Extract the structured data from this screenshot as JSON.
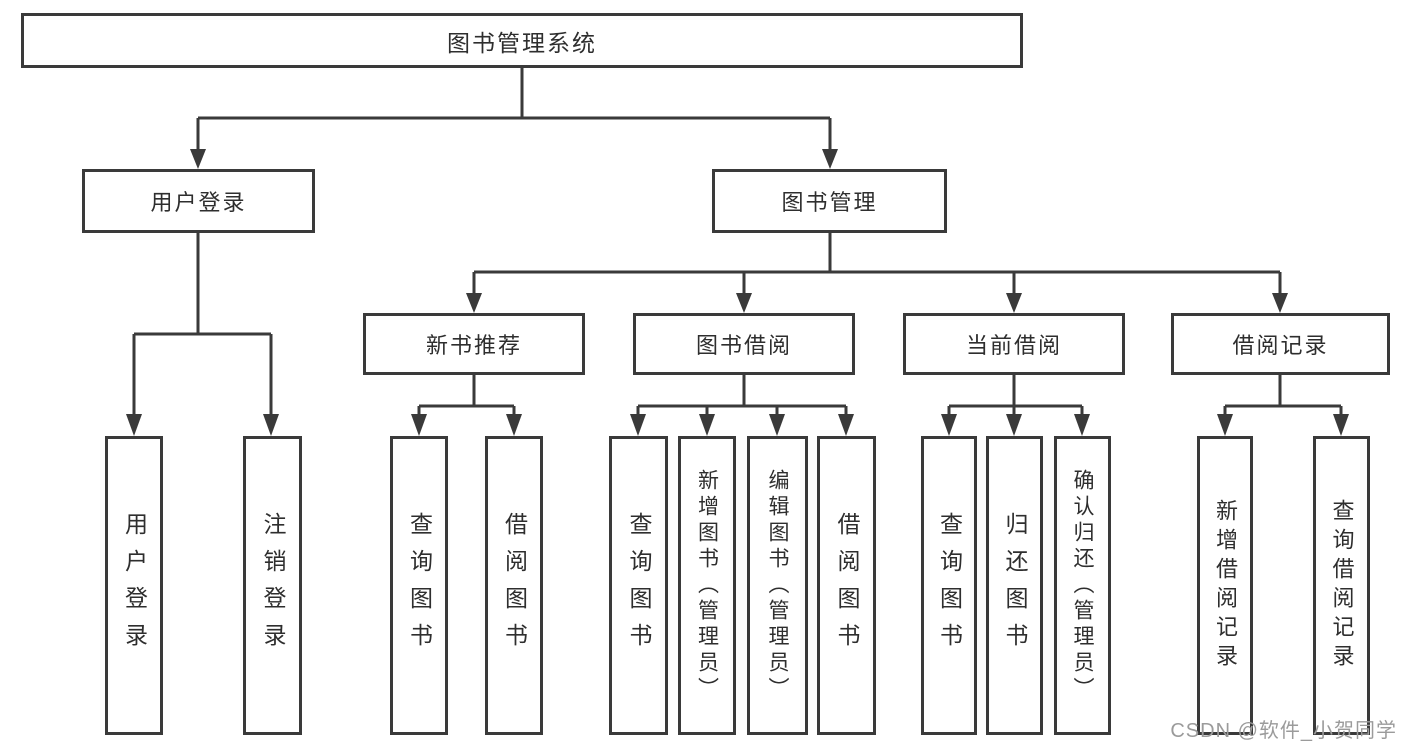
{
  "diagram": {
    "root": {
      "label": "图书管理系统"
    },
    "branches": [
      {
        "label": "用户登录",
        "children": [
          "用户登录",
          "注销登录"
        ]
      },
      {
        "label": "图书管理",
        "sections": [
          {
            "label": "新书推荐",
            "children": [
              "查询图书",
              "借阅图书"
            ]
          },
          {
            "label": "图书借阅",
            "children": [
              "查询图书",
              "新增图书（管理员）",
              "编辑图书（管理员）",
              "借阅图书"
            ]
          },
          {
            "label": "当前借阅",
            "children": [
              "查询图书",
              "归还图书",
              "确认归还（管理员）"
            ]
          },
          {
            "label": "借阅记录",
            "children": [
              "新增借阅记录",
              "查询借阅记录"
            ]
          }
        ]
      }
    ]
  },
  "watermark": {
    "text": "CSDN @软件_小贺同学"
  },
  "colors": {
    "line": "#3a3a3a",
    "box_border": "#3a3a3a",
    "text": "#2e2e2e",
    "background": "#ffffff",
    "watermark": "#9b9b9b"
  }
}
